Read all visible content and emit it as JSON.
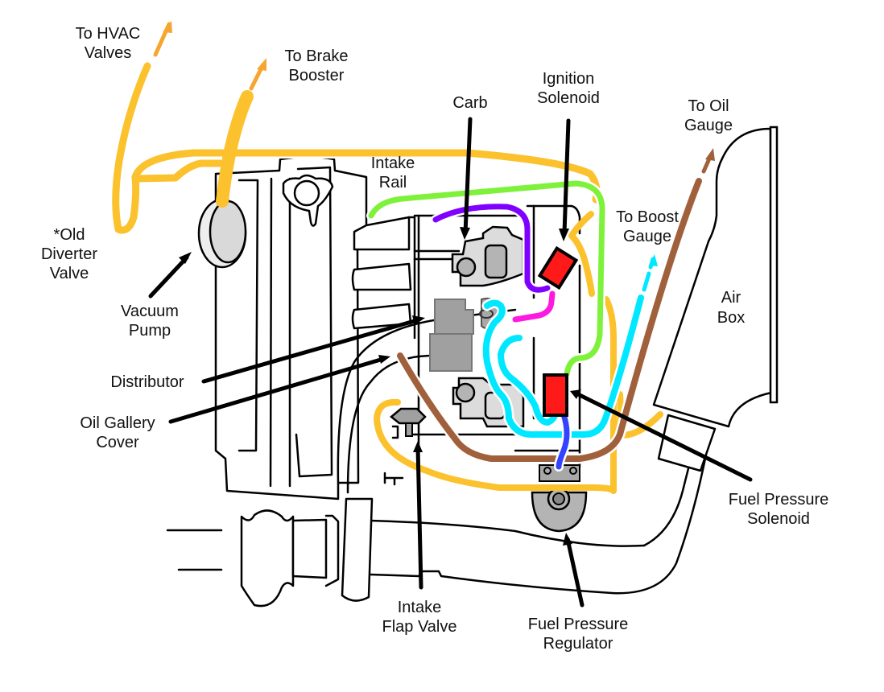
{
  "diagram": {
    "title": "Engine vacuum hose routing",
    "labels": {
      "hvac": [
        "To HVAC",
        "Valves"
      ],
      "brake": [
        "To Brake",
        "Booster"
      ],
      "diverter": [
        "*Old",
        "Diverter",
        "Valve"
      ],
      "vacuum_pump": [
        "Vacuum",
        "Pump"
      ],
      "distributor": [
        "Distributor"
      ],
      "oil_gallery": [
        "Oil Gallery",
        "Cover"
      ],
      "intake_rail": [
        "Intake",
        "Rail"
      ],
      "carb": [
        "Carb"
      ],
      "ignition": [
        "Ignition",
        "Solenoid"
      ],
      "oil_gauge": [
        "To Oil",
        "Gauge"
      ],
      "boost_gauge": [
        "To Boost",
        "Gauge"
      ],
      "air_box": [
        "Air",
        "Box"
      ],
      "fuel_solenoid": [
        "Fuel Pressure",
        "Solenoid"
      ],
      "fuel_regulator": [
        "Fuel Pressure",
        "Regulator"
      ],
      "flap_valve": [
        "Intake",
        "Flap Valve"
      ]
    },
    "colors": {
      "vacuum_yellow": "#fbc22d",
      "arrow_orange": "#f7a531",
      "green": "#7ef23a",
      "purple": "#8000ff",
      "magenta": "#ff19e0",
      "cyan": "#00e8ff",
      "brown": "#a0603c",
      "blue": "#3344ff",
      "solenoid_red": "#ff1a1a",
      "part_grey": "#a0a0a0",
      "part_light": "#dcdcdc"
    }
  }
}
